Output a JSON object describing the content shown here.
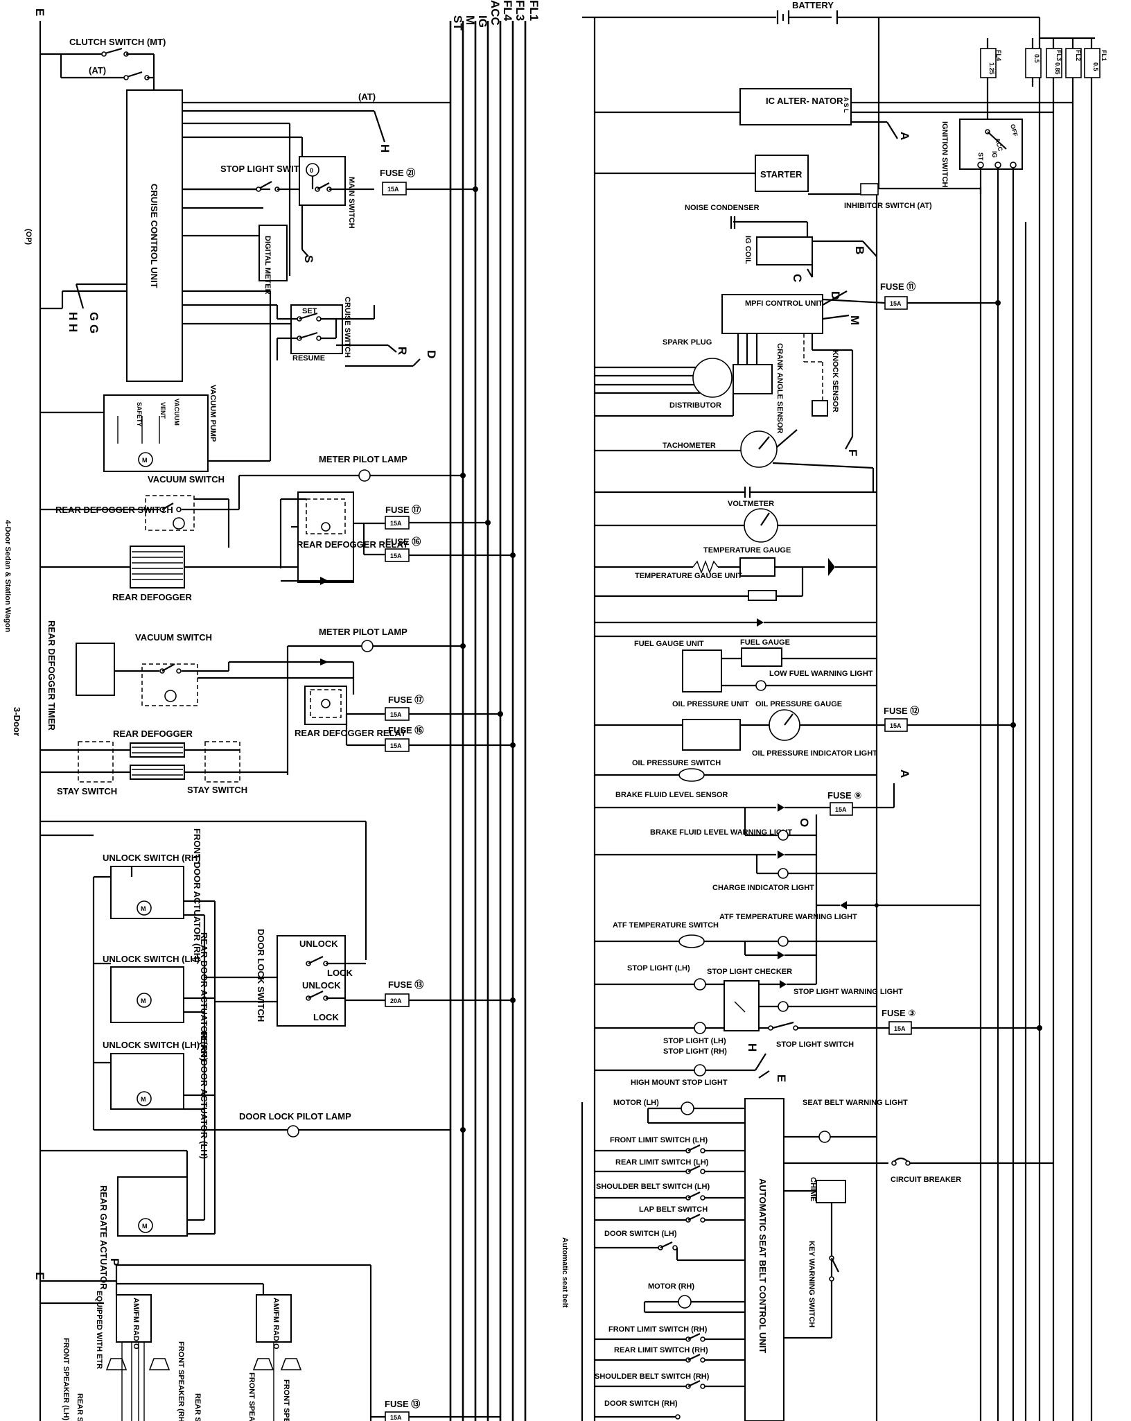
{
  "bus": {
    "left_top": [
      "ST",
      "M",
      "IG",
      "ACC",
      "FL4",
      "FL3",
      "FL1"
    ],
    "right_fusible": [
      {
        "name": "FL4",
        "rating": "1.25"
      },
      {
        "name": "FL3",
        "rating": "0.5"
      },
      {
        "name": "FL2",
        "rating": "0.85"
      },
      {
        "name": "FL1",
        "rating": "0.5"
      }
    ]
  },
  "left": {
    "clutch_switch": "CLUTCH SWITCH (MT)",
    "at_switch": "(AT)",
    "at_line": "(AT)",
    "cruise_unit": "CRUISE CONTROL UNIT",
    "op_note": "(OP)",
    "stop_light_switch": "STOP LIGHT SWITCH",
    "main_switch": "MAIN SWITCH",
    "fuse21": "FUSE ㉑",
    "fuse21_amp": "15A",
    "digital_meter": "DIGITAL METER",
    "cruise_switch": "CRUISE SWITCH",
    "set": "SET",
    "resume": "RESUME",
    "vacuum_pump": "VACUUM PUMP",
    "vacuum": "VACUUM",
    "vent": "VENT",
    "safety": "SAFETY",
    "meter_pilot_lamp": "METER PILOT LAMP",
    "vacuum_switch": "VACUUM SWITCH",
    "rear_defogger_switch": "REAR DEFOGGER SWITCH",
    "rear_defogger_relay": "REAR DEFOGGER RELAY",
    "fuse17": "FUSE ⑰",
    "fuse16": "FUSE ⑯",
    "amp15": "15A",
    "rear_defogger": "REAR DEFOGGER",
    "sedan_note": "4-Door Sedan & Station Wagon",
    "defogger_timer": "REAR DEFOGGER TIMER",
    "three_door": "3-Door",
    "stay_switch": "STAY SWITCH",
    "unlock_rh": "UNLOCK SWITCH (RH)",
    "front_door_actuator": "FRONT DOOR ACTUATOR (RH)",
    "unlock_lh": "UNLOCK SWITCH (LH)",
    "rear_door_actuator_rh": "REAR DOOR ACTUATOR (RH)",
    "rear_door_actuator_lh": "REAR DOOR ACTUATOR (LH)",
    "door_lock_switch": "DOOR LOCK SWITCH",
    "unlock": "UNLOCK",
    "lock": "LOCK",
    "fuse13": "FUSE ⑬",
    "amp20": "20A",
    "door_lock_pilot": "DOOR LOCK PILOT LAMP",
    "rear_gate_actuator": "REAR GATE ACTUATOR",
    "radio_etr": "AM/FM RADIO",
    "equipped_etr": "EQUIPPED WITH ETR",
    "radio": "AM/FM RADIO",
    "front_speaker_lh": "FRONT SPEAKER (LH)",
    "front_speaker_rh": "FRONT SPEAKER (RH)",
    "rear_speaker": "REAR SPEAKER",
    "fuse13b": "FUSE ⑬",
    "connector_letters": [
      "E",
      "H",
      "S",
      "G G",
      "H H",
      "R",
      "D",
      "P"
    ]
  },
  "right": {
    "battery": "BATTERY",
    "alternator": "IC ALTER- NATOR",
    "asl": "A S L",
    "ignition_switch": "IGNITION SWITCH",
    "ign_positions": [
      "OFF",
      "ACC",
      "IG",
      "ST"
    ],
    "starter": "STARTER",
    "inhibitor": "INHIBITOR SWITCH (AT)",
    "noise_condenser": "NOISE CONDENSER",
    "ig_coil": "IG COIL",
    "mpfi": "MPFI CONTROL UNIT",
    "fuse11": "FUSE ⑪",
    "spark_plug": "SPARK PLUG",
    "distributor": "DISTRIBUTOR",
    "crank_angle": "CRANK ANGLE SENSOR",
    "knock_sensor": "KNOCK SENSOR",
    "tachometer": "TACHOMETER",
    "voltmeter": "VOLTMETER",
    "temp_gauge": "TEMPERATURE GAUGE",
    "temp_gauge_unit": "TEMPERATURE GAUGE UNIT",
    "fuel_gauge_unit": "FUEL GAUGE UNIT",
    "fuel_gauge": "FUEL GAUGE",
    "low_fuel": "LOW FUEL WARNING LIGHT",
    "oil_pressure_unit": "OIL PRESSURE UNIT",
    "oil_pressure_gauge": "OIL PRESSURE GAUGE",
    "fuse12": "FUSE ⑫",
    "oil_pressure_switch": "OIL PRESSURE SWITCH",
    "oil_pressure_light": "OIL PRESSURE INDICATOR LIGHT",
    "brake_fluid_sensor": "BRAKE FLUID LEVEL SENSOR",
    "fuse9": "FUSE ⑨",
    "brake_fluid_light": "BRAKE FLUID LEVEL WARNING LIGHT",
    "charge_light": "CHARGE INDICATOR LIGHT",
    "atf_switch": "ATF TEMPERATURE SWITCH",
    "atf_light": "ATF TEMPERATURE WARNING LIGHT",
    "stop_light_lh": "STOP LIGHT (LH)",
    "stop_checker": "STOP LIGHT CHECKER",
    "stop_warning": "STOP LIGHT WARNING LIGHT",
    "fuse3": "FUSE ③",
    "stop_light_rh": "STOP LIGHT (RH)",
    "stop_light_switch": "STOP LIGHT SWITCH",
    "high_mount": "HIGH MOUNT STOP LIGHT",
    "motor_lh": "MOTOR (LH)",
    "front_limit_lh": "FRONT LIMIT SWITCH (LH)",
    "rear_limit_lh": "REAR LIMIT SWITCH (LH)",
    "shoulder_lh": "SHOULDER BELT SWITCH (LH)",
    "lap_belt": "LAP BELT SWITCH",
    "door_switch_lh": "DOOR SWITCH (LH)",
    "motor_rh": "MOTOR (RH)",
    "front_limit_rh": "FRONT LIMIT SWITCH (RH)",
    "rear_limit_rh": "REAR LIMIT SWITCH (RH)",
    "shoulder_rh": "SHOULDER BELT SWITCH (RH)",
    "door_switch_rh": "DOOR SWITCH (RH)",
    "seat_belt_unit": "AUTOMATIC SEAT BELT CONTROL UNIT",
    "seat_belt_note": "Automatic seat belt",
    "seat_belt_warning": "SEAT BELT WARNING LIGHT",
    "chime": "CHIME",
    "circuit_breaker": "CIRCUIT BREAKER",
    "key_warning": "KEY WARNING SWITCH",
    "amp15": "15A",
    "connector_letters": [
      "A",
      "B",
      "C",
      "D",
      "M",
      "F",
      "A",
      "O",
      "H",
      "E"
    ]
  }
}
